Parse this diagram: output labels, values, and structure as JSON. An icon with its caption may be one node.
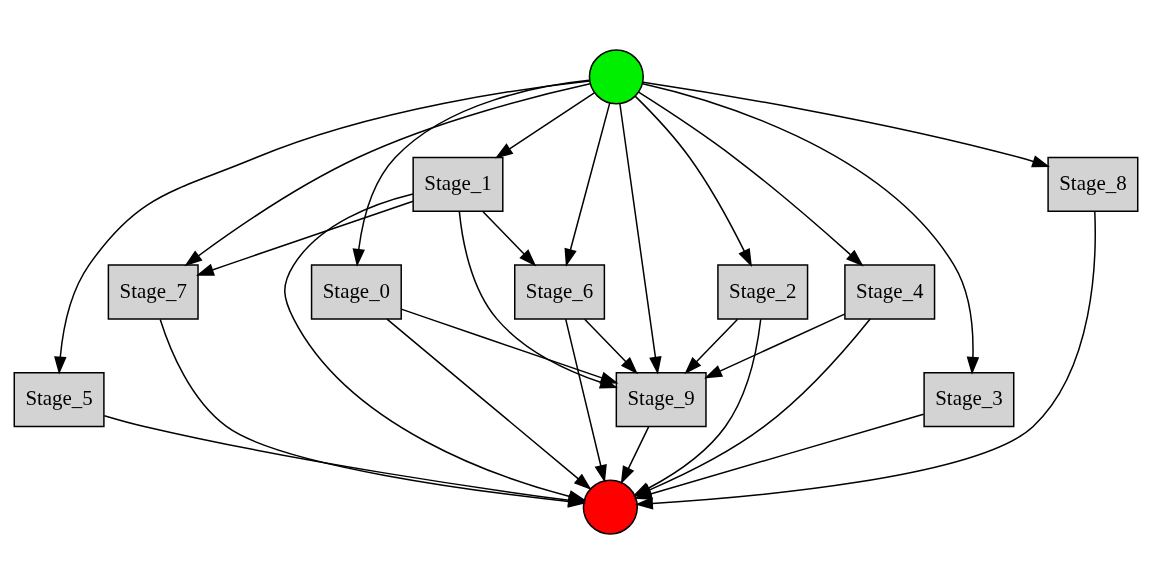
{
  "diagram": {
    "nodes": [
      {
        "text": [],
        "shape": "circle"
      },
      {
        "text": [
          "Stage_5"
        ]
      },
      {
        "text": [
          "Stage_0"
        ]
      },
      {
        "text": [
          "Stage_1"
        ]
      },
      {
        "text": [
          "Stage_2"
        ]
      },
      {
        "text": [
          "Stage_4"
        ]
      },
      {
        "text": [
          "Stage_7"
        ]
      },
      {
        "text": [
          "Stage_6"
        ]
      },
      {
        "text": [
          "Stage_3"
        ]
      },
      {
        "text": [
          "Stage_9"
        ]
      },
      {
        "text": [
          "Stage_8"
        ]
      },
      {
        "text": [],
        "shape": "circle"
      }
    ],
    "edges": [
      {
        "from": 0,
        "to": 8,
        "arrow": "to"
      },
      {
        "from": 0,
        "to": 1,
        "arrow": "to"
      },
      {
        "from": 0,
        "to": 4,
        "arrow": "to"
      },
      {
        "from": 0,
        "to": 5,
        "arrow": "to"
      },
      {
        "from": 0,
        "to": 2,
        "arrow": "to"
      },
      {
        "from": 0,
        "to": 9,
        "arrow": "to"
      },
      {
        "from": 0,
        "to": 6,
        "arrow": "to"
      },
      {
        "from": 0,
        "to": 3,
        "arrow": "to"
      },
      {
        "from": 0,
        "to": 7,
        "arrow": "to"
      },
      {
        "from": 0,
        "to": 10,
        "arrow": "to"
      },
      {
        "from": 1,
        "to": 11,
        "arrow": "to"
      },
      {
        "from": 2,
        "to": 9,
        "arrow": "to"
      },
      {
        "from": 2,
        "to": 11,
        "arrow": "to"
      },
      {
        "from": 3,
        "to": 9,
        "arrow": "to"
      },
      {
        "from": 3,
        "to": 6,
        "arrow": "to"
      },
      {
        "from": 3,
        "to": 7,
        "arrow": "to"
      },
      {
        "from": 3,
        "to": 11,
        "arrow": "to"
      },
      {
        "from": 4,
        "to": 9,
        "arrow": "to"
      },
      {
        "from": 4,
        "to": 11,
        "arrow": "to"
      },
      {
        "from": 5,
        "to": 9,
        "arrow": "to"
      },
      {
        "from": 5,
        "to": 11,
        "arrow": "to"
      },
      {
        "from": 6,
        "to": 11,
        "arrow": "to"
      },
      {
        "from": 7,
        "to": 9,
        "arrow": "to"
      },
      {
        "from": 7,
        "to": 11,
        "arrow": "to"
      },
      {
        "from": 8,
        "to": 11,
        "arrow": "to"
      },
      {
        "from": 9,
        "to": 11,
        "arrow": "to"
      },
      {
        "from": 10,
        "to": 11,
        "arrow": "to"
      }
    ]
  }
}
